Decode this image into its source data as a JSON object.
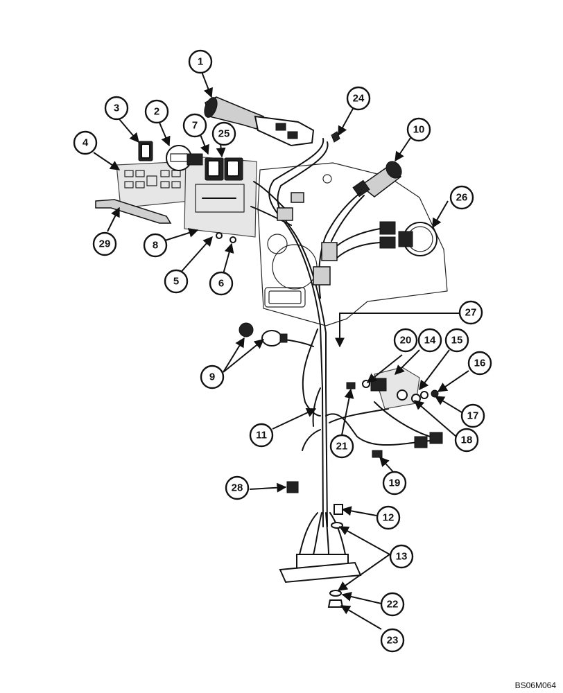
{
  "figure": {
    "reference_code": "BS06M064"
  },
  "callouts": [
    {
      "label": "1"
    },
    {
      "label": "2"
    },
    {
      "label": "3"
    },
    {
      "label": "4"
    },
    {
      "label": "5"
    },
    {
      "label": "6"
    },
    {
      "label": "7"
    },
    {
      "label": "8"
    },
    {
      "label": "9"
    },
    {
      "label": "10"
    },
    {
      "label": "11"
    },
    {
      "label": "12"
    },
    {
      "label": "13"
    },
    {
      "label": "14"
    },
    {
      "label": "15"
    },
    {
      "label": "16"
    },
    {
      "label": "17"
    },
    {
      "label": "18"
    },
    {
      "label": "19"
    },
    {
      "label": "20"
    },
    {
      "label": "21"
    },
    {
      "label": "22"
    },
    {
      "label": "23"
    },
    {
      "label": "24"
    },
    {
      "label": "25"
    },
    {
      "label": "26"
    },
    {
      "label": "27"
    },
    {
      "label": "28"
    },
    {
      "label": "29"
    }
  ]
}
